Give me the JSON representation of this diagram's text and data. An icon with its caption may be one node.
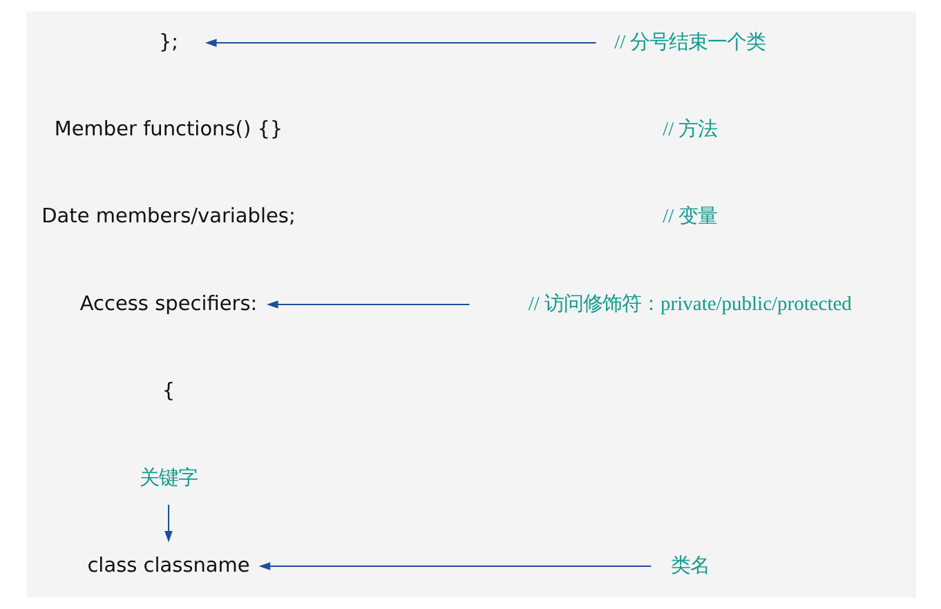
{
  "diagram": {
    "nodes": [
      {
        "text": [
          "关键字"
        ]
      },
      {
        "text": [
          "class classname"
        ]
      },
      {
        "text": [
          "类名"
        ]
      },
      {
        "text": [
          "{"
        ]
      },
      {
        "text": [
          "Access specifiers:"
        ]
      },
      {
        "text": [
          "// 访问修饰符：private/public/protected"
        ]
      },
      {
        "text": [
          "Date members/variables;"
        ]
      },
      {
        "text": [
          "// 变量"
        ]
      },
      {
        "text": [
          "Member functions() {}"
        ]
      },
      {
        "text": [
          "// 方法"
        ]
      },
      {
        "text": [
          "};"
        ]
      },
      {
        "text": [
          "// 分号结束一个类"
        ]
      }
    ],
    "edges": [
      {
        "from": 0,
        "to": 1,
        "arrow": "to"
      },
      {
        "from": 2,
        "to": 1,
        "arrow": "to"
      },
      {
        "from": 5,
        "to": 4,
        "arrow": "to"
      },
      {
        "from": 11,
        "to": 10,
        "arrow": "to"
      }
    ]
  }
}
